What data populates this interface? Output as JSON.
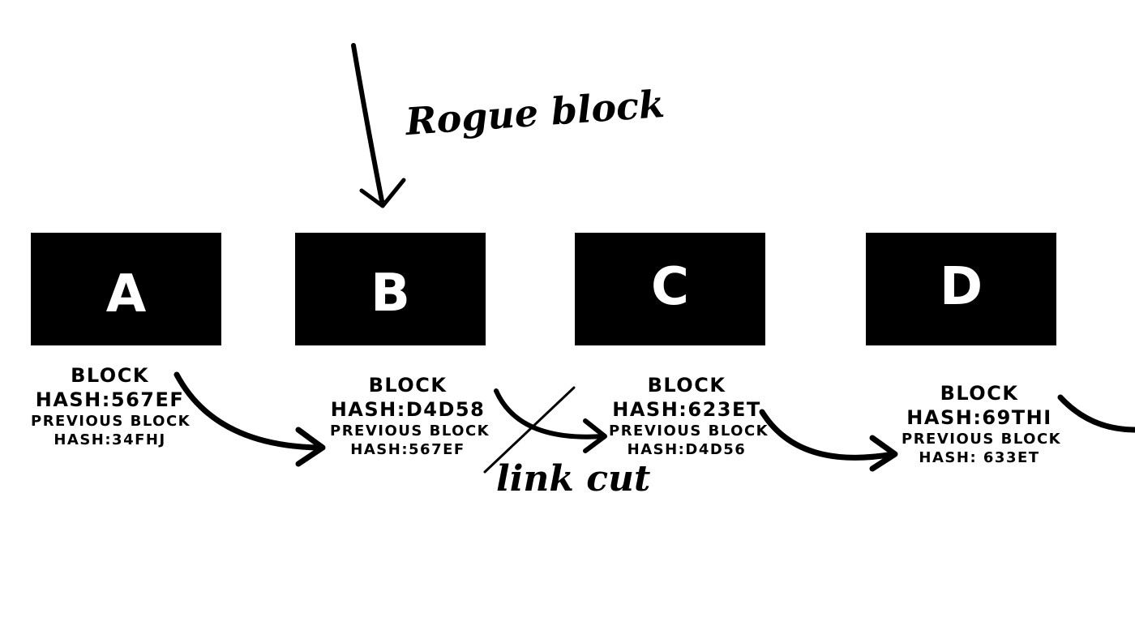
{
  "annotations": {
    "rogue_label": "Rogue block",
    "link_cut_label": "link cut"
  },
  "blocks": [
    {
      "letter": "A",
      "hash_title": "BLOCK",
      "hash_value": "HASH:567EF",
      "prev_title": "PREVIOUS BLOCK",
      "prev_value": "HASH:34FHJ"
    },
    {
      "letter": "B",
      "hash_title": "BLOCK",
      "hash_value": "HASH:D4D58",
      "prev_title": "PREVIOUS BLOCK",
      "prev_value": "HASH:567EF"
    },
    {
      "letter": "C",
      "hash_title": "BLOCK",
      "hash_value": "HASH:623ET",
      "prev_title": "PREVIOUS BLOCK",
      "prev_value": "HASH:D4D56"
    },
    {
      "letter": "D",
      "hash_title": "BLOCK",
      "hash_value": "HASH:69THI",
      "prev_title": "PREVIOUS BLOCK",
      "prev_value": "HASH: 633ET"
    }
  ]
}
